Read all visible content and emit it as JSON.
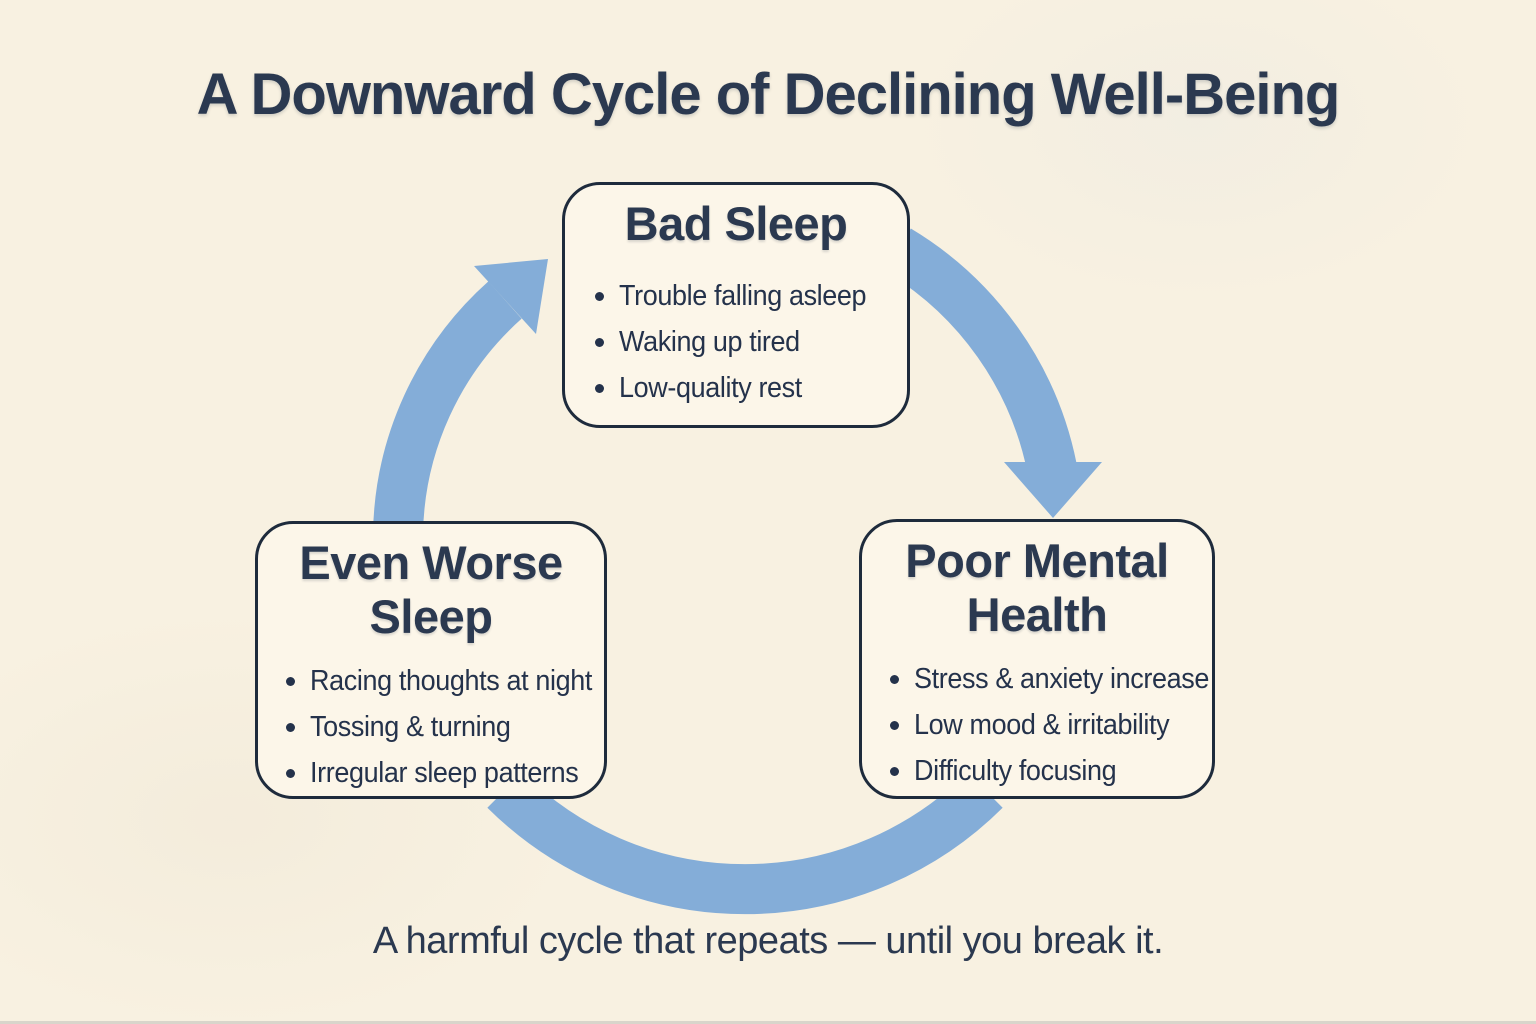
{
  "title": "A Downward Cycle of Declining Well-Being",
  "caption": "A harmful cycle that repeats — until you break it.",
  "nodes": [
    {
      "id": "bad-sleep",
      "title": "Bad Sleep",
      "bullets": [
        "Trouble falling asleep",
        "Waking up tired",
        "Low-quality rest"
      ]
    },
    {
      "id": "poor-mental-health",
      "title": "Poor Mental Health",
      "bullets": [
        "Stress & anxiety increase",
        "Low mood & irritability",
        "Difficulty focusing"
      ]
    },
    {
      "id": "even-worse-sleep",
      "title": "Even Worse Sleep",
      "bullets": [
        "Racing thoughts at night",
        "Tossing & turning",
        "Irregular sleep patterns"
      ]
    }
  ],
  "arrows": [
    {
      "name": "bad-sleep-to-poor-mental-health",
      "style": "curved",
      "arrowhead": true
    },
    {
      "name": "poor-mental-health-to-even-worse-sleep",
      "style": "curved",
      "arrowhead": false
    },
    {
      "name": "even-worse-sleep-to-bad-sleep",
      "style": "curved",
      "arrowhead": true
    }
  ],
  "colors": {
    "background": "#f8f1e1",
    "box_fill": "#fcf6e9",
    "outline": "#1e2b3c",
    "heading": "#2b3950",
    "text": "#24324b",
    "arrow": "#84add8",
    "edge_line": "#d9d5cb"
  }
}
